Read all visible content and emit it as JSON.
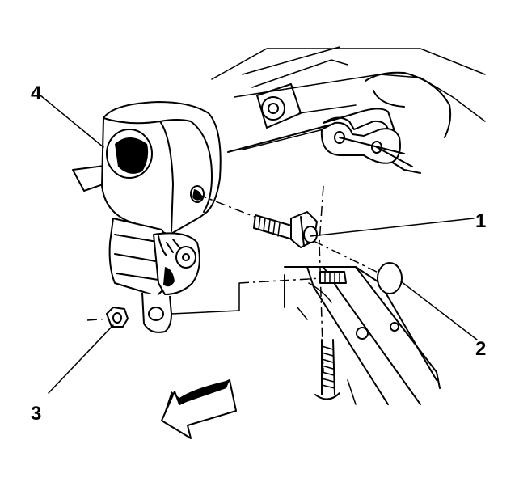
{
  "diagram": {
    "callouts": [
      {
        "id": "1",
        "label": "1",
        "part": "bolt"
      },
      {
        "id": "2",
        "label": "2",
        "part": "plug"
      },
      {
        "id": "3",
        "label": "3",
        "part": "nut"
      },
      {
        "id": "4",
        "label": "4",
        "part": "seat-belt-retractor"
      }
    ],
    "colors": {
      "line": "#000000",
      "background": "#ffffff"
    }
  }
}
